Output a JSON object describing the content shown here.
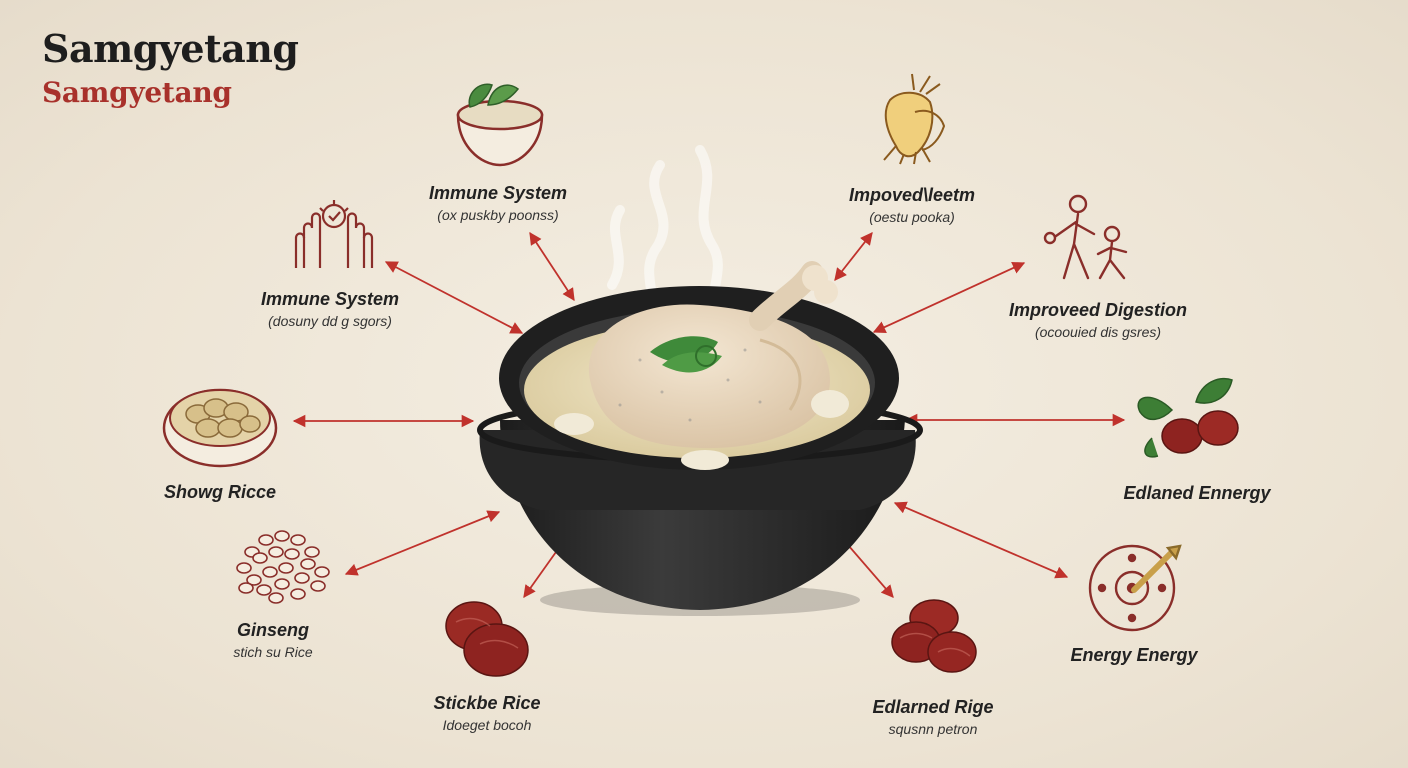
{
  "title": "Samgyetang",
  "subtitle": "Samgyetang",
  "colors": {
    "accent": "#a8312b",
    "arrow": "#c0322c",
    "pot": "#2a2a2a",
    "broth": "#e8dcb8",
    "icon_stroke": "#8a2e2a"
  },
  "nodes": [
    {
      "id": "immune-top",
      "label": "Immune System",
      "sub": "(ox puskby poonss)",
      "icon": "rice-bowl-icon"
    },
    {
      "id": "improved-top",
      "label": "Impoved\\leetm",
      "sub": "(oestu pooka)",
      "icon": "ginseng-root-icon"
    },
    {
      "id": "immune-left",
      "label": "Immune System",
      "sub": "(dosuny dd g sgors)",
      "icon": "hands-check-icon"
    },
    {
      "id": "digestion",
      "label": "Improveed Digestion",
      "sub": "(ocoouied dis gsres)",
      "icon": "running-figures-icon"
    },
    {
      "id": "showg-rice",
      "label": "Showg Ricce",
      "sub": "",
      "icon": "garlic-bowl-icon"
    },
    {
      "id": "edlaned",
      "label": "Edlaned Ennergy",
      "sub": "",
      "icon": "jujube-leaves-icon"
    },
    {
      "id": "ginseng",
      "label": "Ginseng",
      "sub": "stich su Rice",
      "icon": "grain-pile-icon"
    },
    {
      "id": "energy",
      "label": "Energy Energy",
      "sub": "",
      "icon": "target-dart-icon"
    },
    {
      "id": "stickbe",
      "label": "Stickbe Rice",
      "sub": "Idoeget bocoh",
      "icon": "jujube-dates-icon"
    },
    {
      "id": "edlarned",
      "label": "Edlarned Rige",
      "sub": "squsnn petron",
      "icon": "jujube-cluster-icon"
    }
  ]
}
